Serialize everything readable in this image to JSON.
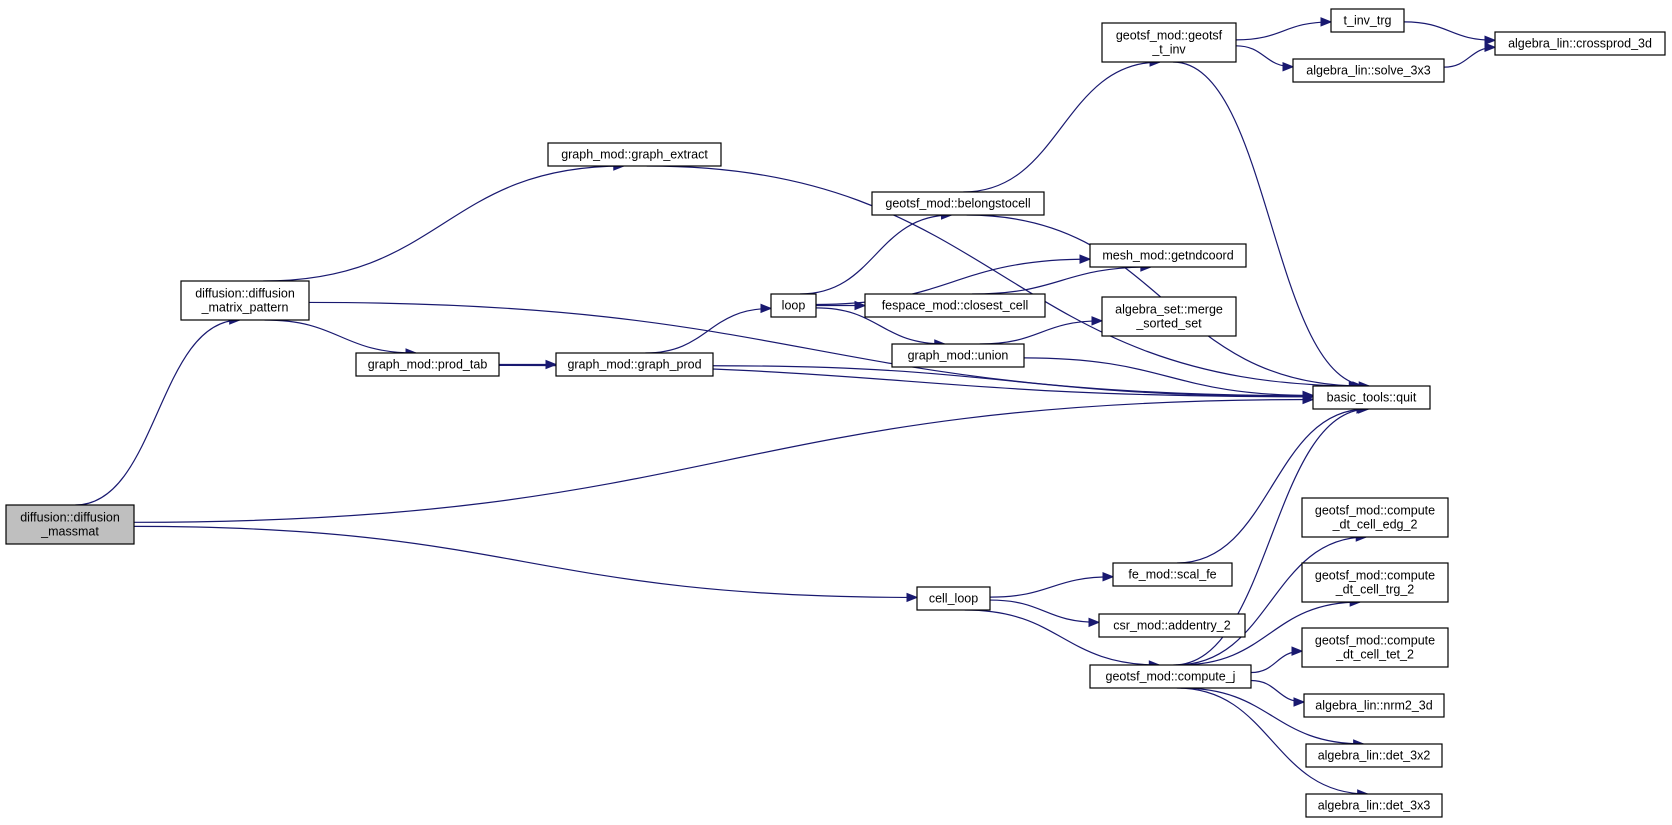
{
  "graph": {
    "colors": {
      "edge": "#191970",
      "root_fill": "#bfbfbf",
      "node_fill": "#ffffff",
      "node_border": "#000000"
    },
    "nodes": [
      {
        "id": "massmat",
        "lines": [
          "diffusion::diffusion",
          "_massmat"
        ],
        "root": true
      },
      {
        "id": "pattern",
        "lines": [
          "diffusion::diffusion",
          "_matrix_pattern"
        ]
      },
      {
        "id": "graph_extract",
        "lines": [
          "graph_mod::graph_extract"
        ]
      },
      {
        "id": "prod_tab",
        "lines": [
          "graph_mod::prod_tab"
        ]
      },
      {
        "id": "graph_prod",
        "lines": [
          "graph_mod::graph_prod"
        ]
      },
      {
        "id": "loop",
        "lines": [
          "loop"
        ]
      },
      {
        "id": "geotsf_t_inv",
        "lines": [
          "geotsf_mod::geotsf",
          "_t_inv"
        ]
      },
      {
        "id": "belongstocell",
        "lines": [
          "geotsf_mod::belongstocell"
        ]
      },
      {
        "id": "getndcoord",
        "lines": [
          "mesh_mod::getndcoord"
        ]
      },
      {
        "id": "closest_cell",
        "lines": [
          "fespace_mod::closest_cell"
        ]
      },
      {
        "id": "union",
        "lines": [
          "graph_mod::union"
        ]
      },
      {
        "id": "merge_sorted_set",
        "lines": [
          "algebra_set::merge",
          "_sorted_set"
        ]
      },
      {
        "id": "t_inv_trg",
        "lines": [
          "t_inv_trg"
        ]
      },
      {
        "id": "solve_3x3",
        "lines": [
          "algebra_lin::solve_3x3"
        ]
      },
      {
        "id": "crossprod_3d",
        "lines": [
          "algebra_lin::crossprod_3d"
        ]
      },
      {
        "id": "quit",
        "lines": [
          "basic_tools::quit"
        ]
      },
      {
        "id": "cell_loop",
        "lines": [
          "cell_loop"
        ]
      },
      {
        "id": "scal_fe",
        "lines": [
          "fe_mod::scal_fe"
        ]
      },
      {
        "id": "addentry_2",
        "lines": [
          "csr_mod::addentry_2"
        ]
      },
      {
        "id": "compute_j",
        "lines": [
          "geotsf_mod::compute_j"
        ]
      },
      {
        "id": "cell_edg_2",
        "lines": [
          "geotsf_mod::compute",
          "_dt_cell_edg_2"
        ]
      },
      {
        "id": "cell_trg_2",
        "lines": [
          "geotsf_mod::compute",
          "_dt_cell_trg_2"
        ]
      },
      {
        "id": "cell_tet_2",
        "lines": [
          "geotsf_mod::compute",
          "_dt_cell_tet_2"
        ]
      },
      {
        "id": "nrm2_3d",
        "lines": [
          "algebra_lin::nrm2_3d"
        ]
      },
      {
        "id": "det_3x2",
        "lines": [
          "algebra_lin::det_3x2"
        ]
      },
      {
        "id": "det_3x3",
        "lines": [
          "algebra_lin::det_3x3"
        ]
      }
    ],
    "edges": [
      [
        "massmat",
        "pattern"
      ],
      [
        "massmat",
        "quit"
      ],
      [
        "massmat",
        "cell_loop"
      ],
      [
        "pattern",
        "graph_extract"
      ],
      [
        "pattern",
        "prod_tab"
      ],
      [
        "pattern",
        "quit"
      ],
      [
        "graph_extract",
        "quit"
      ],
      [
        "prod_tab",
        "graph_prod"
      ],
      [
        "prod_tab",
        "quit"
      ],
      [
        "graph_prod",
        "loop"
      ],
      [
        "graph_prod",
        "quit"
      ],
      [
        "loop",
        "belongstocell"
      ],
      [
        "loop",
        "getndcoord"
      ],
      [
        "loop",
        "closest_cell"
      ],
      [
        "loop",
        "union"
      ],
      [
        "belongstocell",
        "geotsf_t_inv"
      ],
      [
        "belongstocell",
        "quit"
      ],
      [
        "geotsf_t_inv",
        "t_inv_trg"
      ],
      [
        "geotsf_t_inv",
        "solve_3x3"
      ],
      [
        "geotsf_t_inv",
        "quit"
      ],
      [
        "t_inv_trg",
        "crossprod_3d"
      ],
      [
        "solve_3x3",
        "crossprod_3d"
      ],
      [
        "closest_cell",
        "getndcoord"
      ],
      [
        "union",
        "merge_sorted_set"
      ],
      [
        "union",
        "quit"
      ],
      [
        "cell_loop",
        "scal_fe"
      ],
      [
        "cell_loop",
        "addentry_2"
      ],
      [
        "cell_loop",
        "compute_j"
      ],
      [
        "scal_fe",
        "quit"
      ],
      [
        "compute_j",
        "quit"
      ],
      [
        "compute_j",
        "cell_edg_2"
      ],
      [
        "compute_j",
        "cell_trg_2"
      ],
      [
        "compute_j",
        "cell_tet_2"
      ],
      [
        "compute_j",
        "nrm2_3d"
      ],
      [
        "compute_j",
        "det_3x2"
      ],
      [
        "compute_j",
        "det_3x3"
      ]
    ]
  }
}
